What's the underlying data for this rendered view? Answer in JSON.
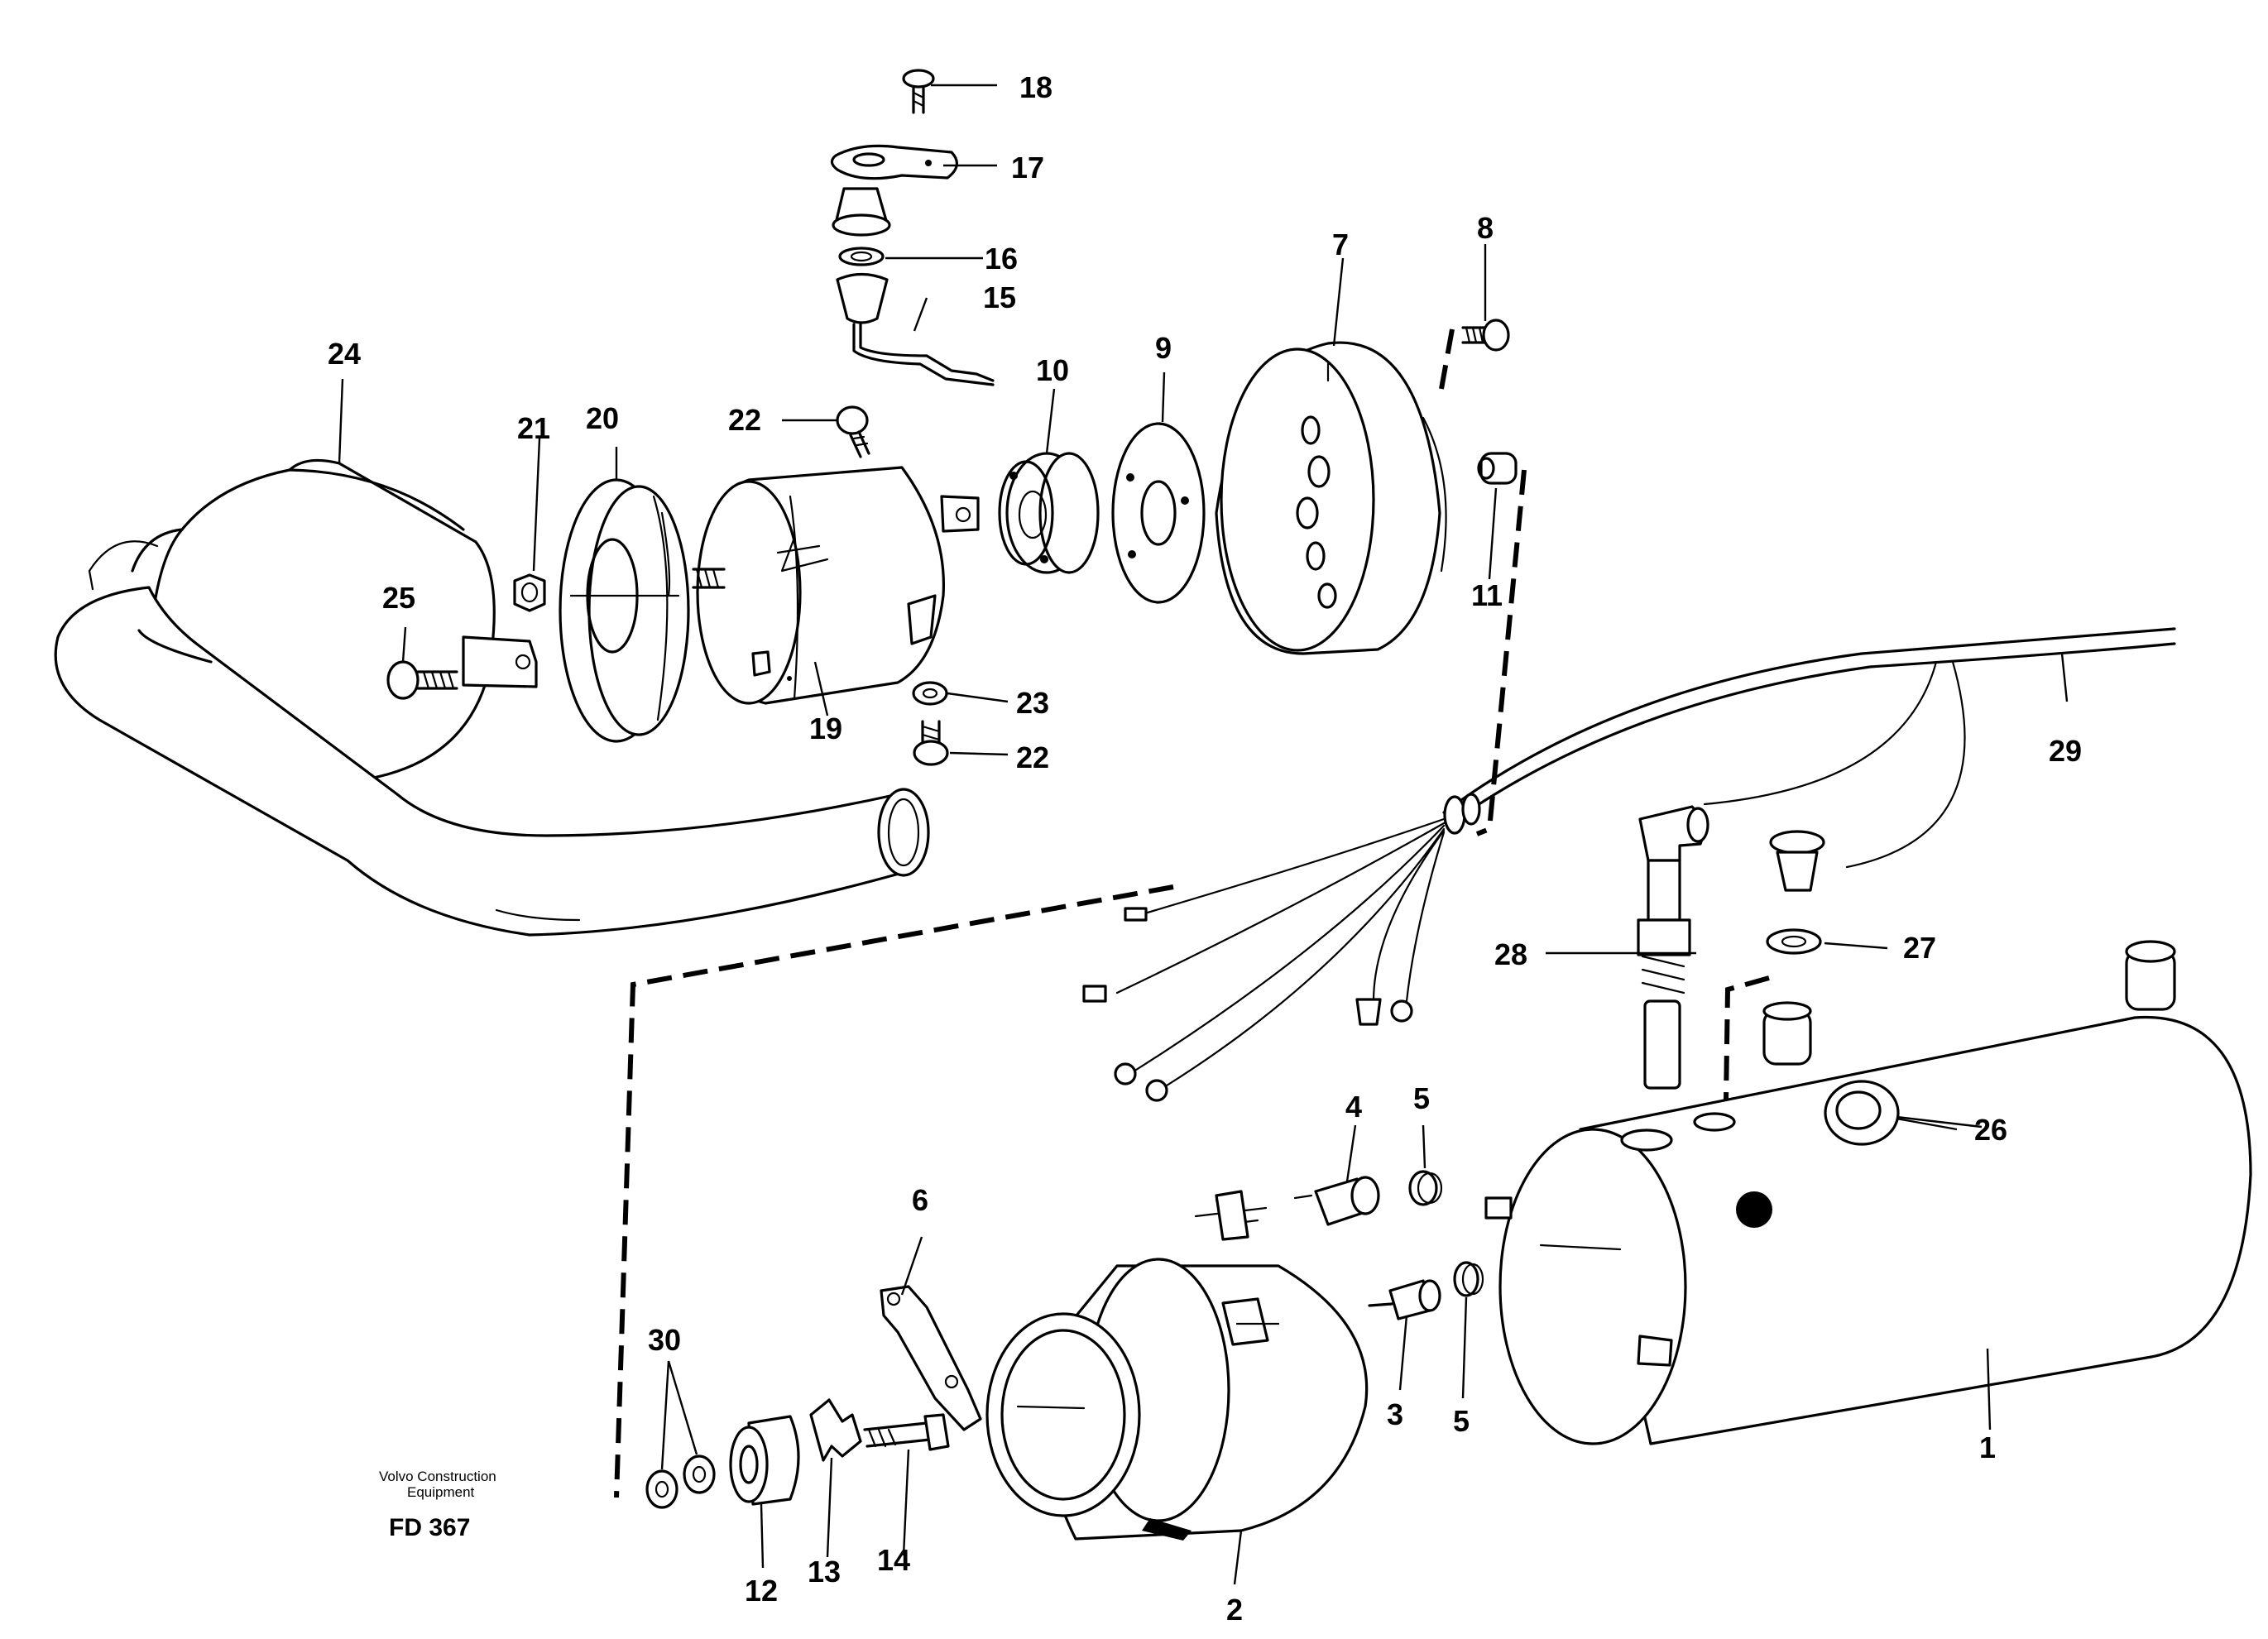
{
  "footer": {
    "company_line1": "Volvo Construction",
    "company_line2": "Equipment",
    "drawing_code": "FD 367"
  },
  "callouts": {
    "p1": "1",
    "p2": "2",
    "p3": "3",
    "p4": "4",
    "p5a": "5",
    "p5b": "5",
    "p6": "6",
    "p7": "7",
    "p8": "8",
    "p9": "9",
    "p10": "10",
    "p11": "11",
    "p12": "12",
    "p13": "13",
    "p14": "14",
    "p15": "15",
    "p16": "16",
    "p17": "17",
    "p18": "18",
    "p19": "19",
    "p20": "20",
    "p21": "21",
    "p22a": "22",
    "p22b": "22",
    "p23": "23",
    "p24": "24",
    "p25": "25",
    "p26": "26",
    "p27": "27",
    "p28": "28",
    "p29": "29",
    "p30": "30"
  }
}
